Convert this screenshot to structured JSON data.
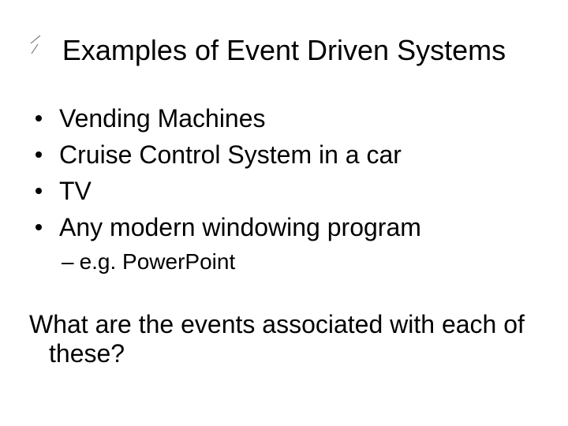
{
  "slide": {
    "background_color": "#ffffff",
    "text_color": "#000000",
    "title": "Examples of Event Driven Systems",
    "bullets": [
      "Vending Machines",
      "Cruise Control System in a car",
      "TV",
      "Any modern windowing program"
    ],
    "sub_bullet": {
      "marker": "–",
      "label": "e.g. PowerPoint"
    },
    "question": {
      "line1": "What are the events associated with each of",
      "line2": "these?"
    }
  }
}
